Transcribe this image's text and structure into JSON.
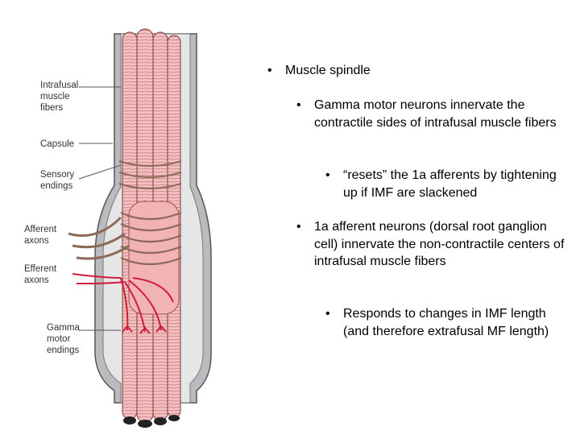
{
  "figure": {
    "labels": {
      "intrafusal": [
        "Intrafusal",
        "muscle",
        "fibers"
      ],
      "capsule": [
        "Capsule"
      ],
      "sensory": [
        "Sensory",
        "endings"
      ],
      "afferent": [
        "Afferent",
        "axons"
      ],
      "efferent": [
        "Efferent",
        "axons"
      ],
      "gamma": [
        "Gamma",
        "motor",
        "endings"
      ]
    },
    "colors": {
      "muscle_fiber": "#f2b3b3",
      "capsule": "#a7a9ac",
      "sensory_nerve": "#8b6a5a",
      "efferent_nerve": "#d11b3c"
    }
  },
  "bullets": [
    {
      "level": 1,
      "text": "Muscle spindle"
    },
    {
      "level": 2,
      "text": "Gamma motor neurons innervate the contractile sides of intrafusal muscle fibers"
    },
    {
      "level": 3,
      "text": "“resets” the 1a afferents by tightening up if IMF are slackened"
    },
    {
      "level": 2,
      "text": "1a afferent neurons (dorsal root ganglion cell) innervate the non-contractile centers of intrafusal muscle fibers"
    },
    {
      "level": 3,
      "text": "Responds to changes in IMF length (and therefore extrafusal MF length)"
    }
  ]
}
